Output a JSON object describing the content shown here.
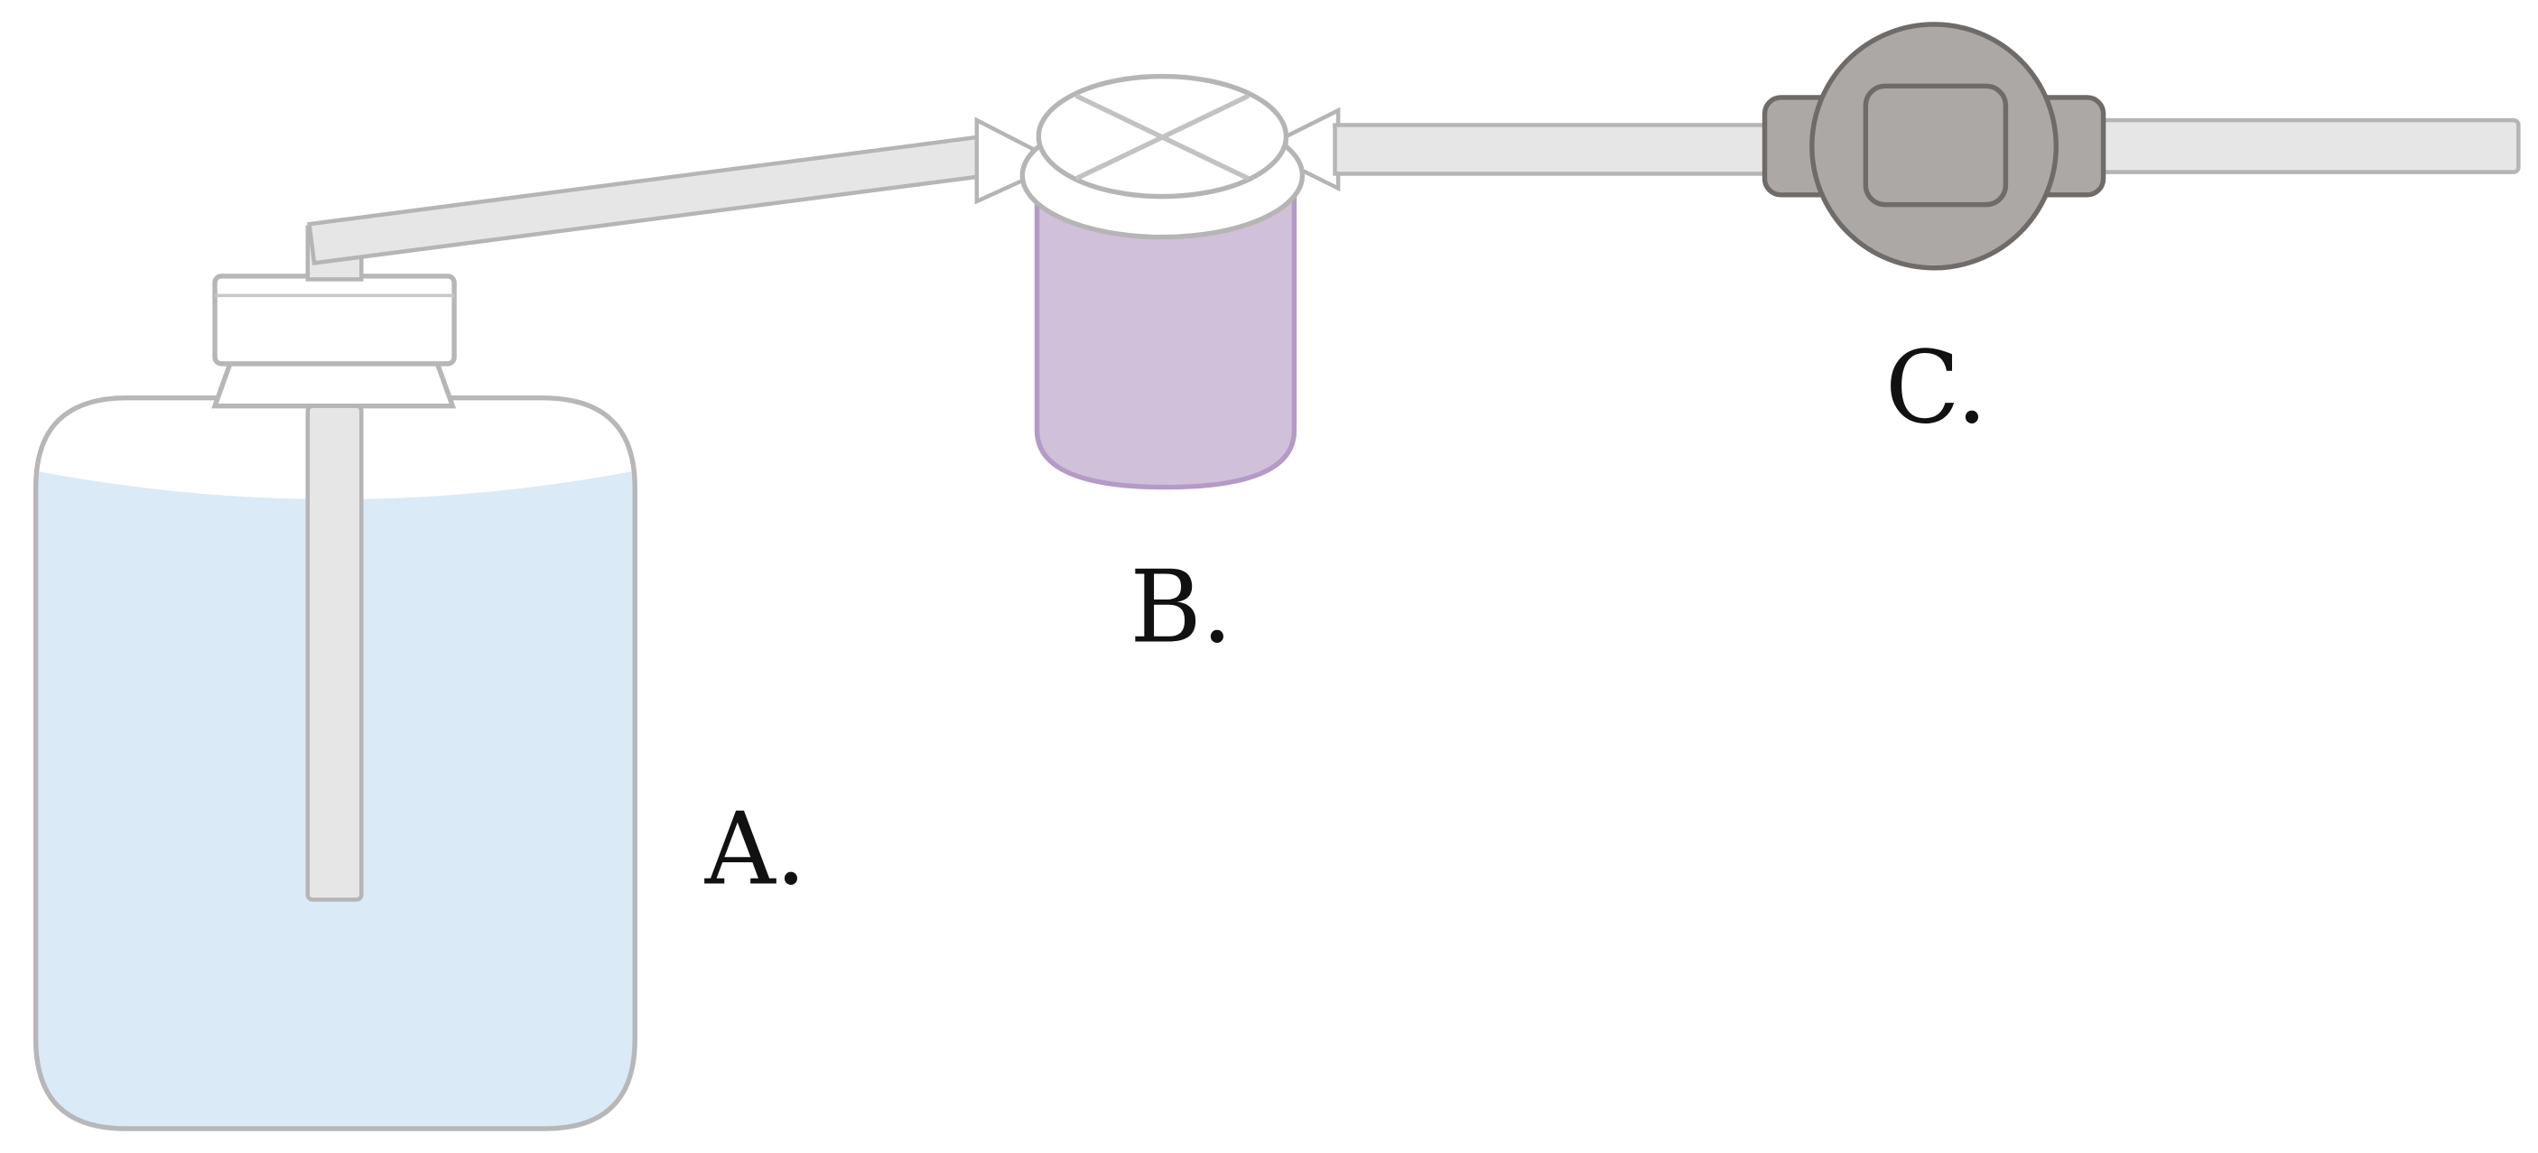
{
  "labels": {
    "bottle": "A.",
    "filter": "B.",
    "pump": "C."
  },
  "colors": {
    "liquid": "#daeaf7",
    "bottle_outline": "#b7b7b7",
    "tube_fill": "#e6e6e6",
    "tube_stroke": "#b5b5b5",
    "filter_body": "#d0c0da",
    "filter_body_stroke": "#b49ac6",
    "filter_lid": "#ffffff",
    "pump_body": "#aca8a6",
    "pump_stroke": "#6f6b69",
    "label_text": "#111111"
  }
}
